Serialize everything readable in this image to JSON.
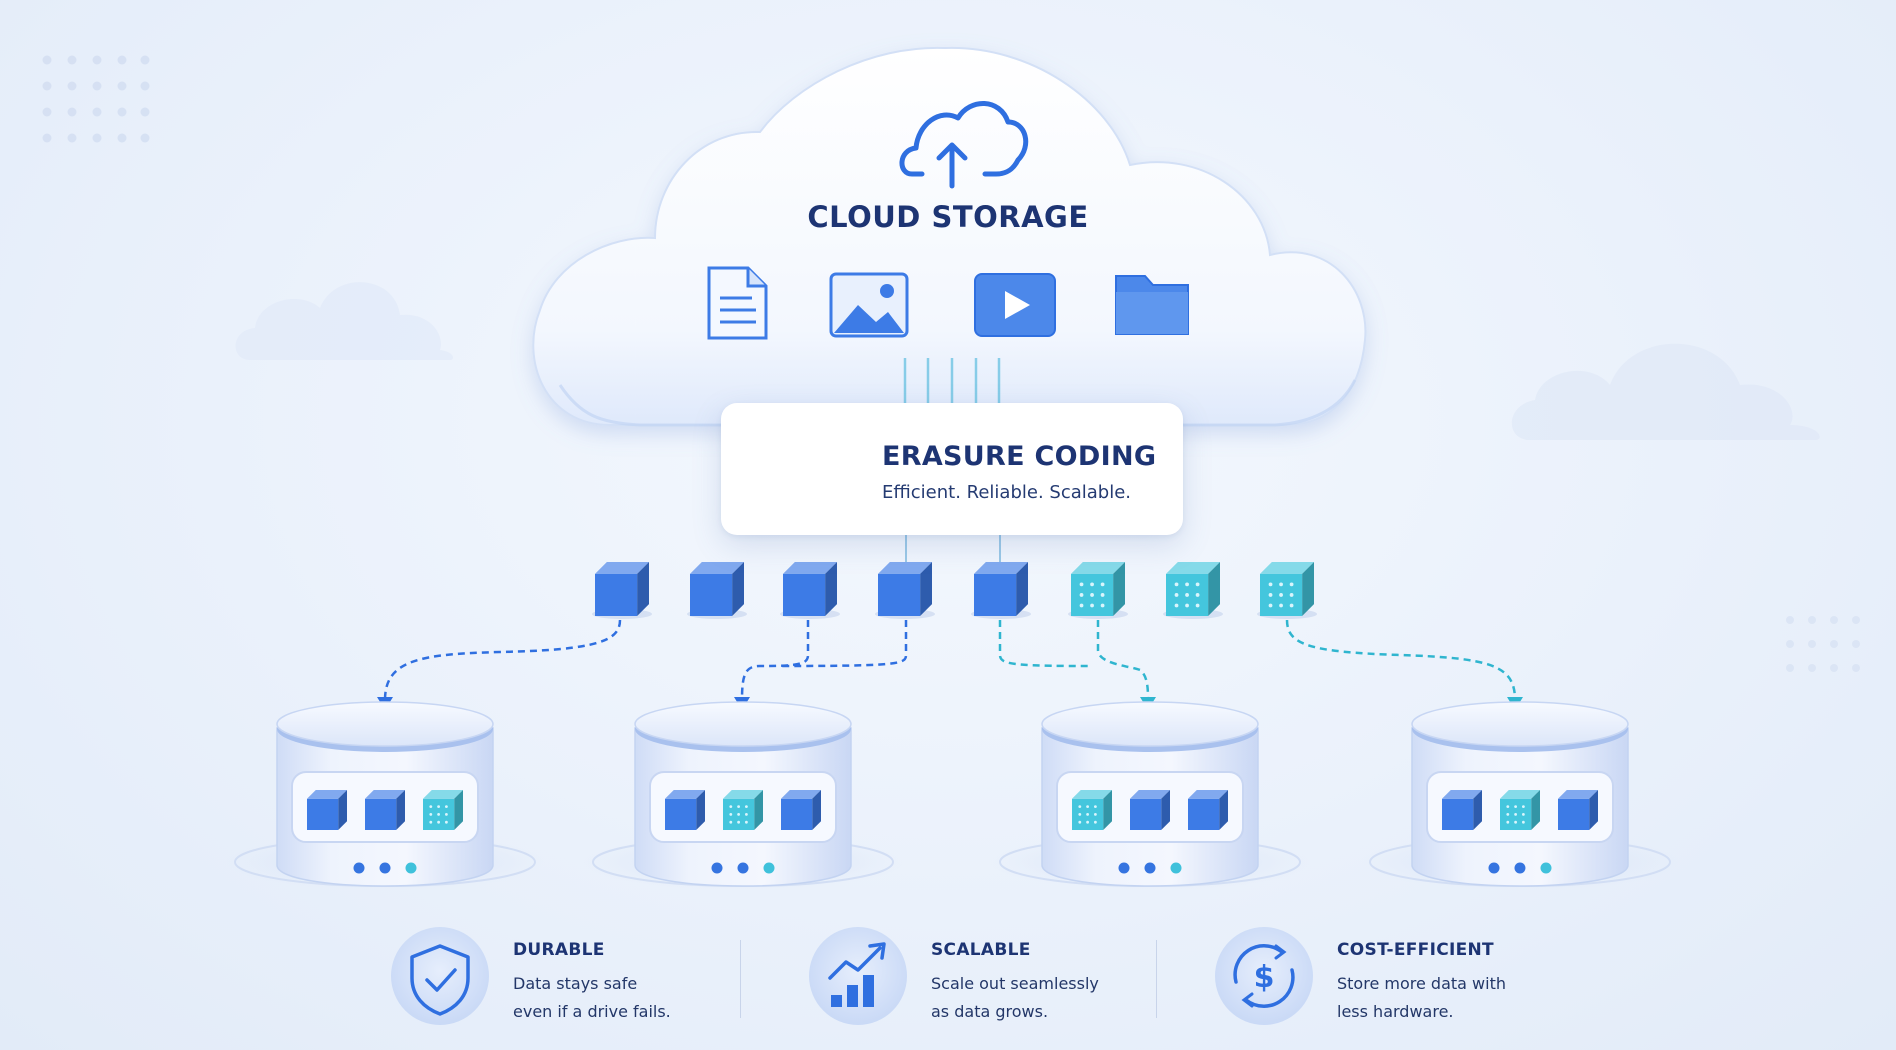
{
  "cloud": {
    "title": "CLOUD STORAGE",
    "upload_icon": "cloud-upload-icon",
    "file_icons": [
      "document-icon",
      "image-icon",
      "video-icon",
      "folder-icon"
    ]
  },
  "erasure_coding": {
    "title": "ERASURE CODING",
    "subtitle": "Efficient. Reliable. Scalable.",
    "icon": "cubes-hexagon-icon"
  },
  "fragments": {
    "data_count": 5,
    "parity_count": 3
  },
  "nodes": [
    {
      "blocks": [
        "data",
        "data",
        "parity"
      ]
    },
    {
      "blocks": [
        "data",
        "parity",
        "data"
      ]
    },
    {
      "blocks": [
        "parity",
        "data",
        "data"
      ]
    },
    {
      "blocks": [
        "data",
        "parity",
        "data"
      ]
    }
  ],
  "features": [
    {
      "title": "DURABLE",
      "line1": "Data stays safe",
      "line2": "even if a drive fails.",
      "icon": "shield-check-icon"
    },
    {
      "title": "SCALABLE",
      "line1": "Scale out seamlessly",
      "line2": "as data grows.",
      "icon": "growth-chart-icon"
    },
    {
      "title": "COST-EFFICIENT",
      "line1": "Store more data with",
      "line2": "less hardware.",
      "icon": "dollar-cycle-icon"
    }
  ],
  "colors": {
    "data_block": "#3d7be6",
    "parity_block": "#44c6dd",
    "text_dark": "#1d3473",
    "accent": "#2f6fe0"
  }
}
